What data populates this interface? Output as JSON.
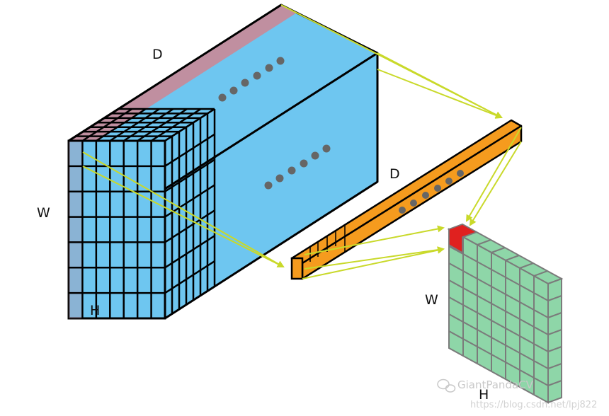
{
  "labels": {
    "big_depth": "D",
    "big_width": "W",
    "big_height": "H",
    "bar_depth": "D",
    "out_width": "W",
    "out_height": "H"
  },
  "watermark": {
    "brand": "GiantPandaCV",
    "url": "https://blog.csdn.net/lpj822"
  },
  "colors": {
    "volume": "#6ec6f0",
    "volume_top_strip": "#c08fa0",
    "depth_bar": "#f59b1e",
    "output_map": "#8ed6a8",
    "output_highlight": "#e0211f",
    "arrows": "#c9d92a",
    "dots": "#666666"
  },
  "icons": [
    "wechat-icon"
  ]
}
